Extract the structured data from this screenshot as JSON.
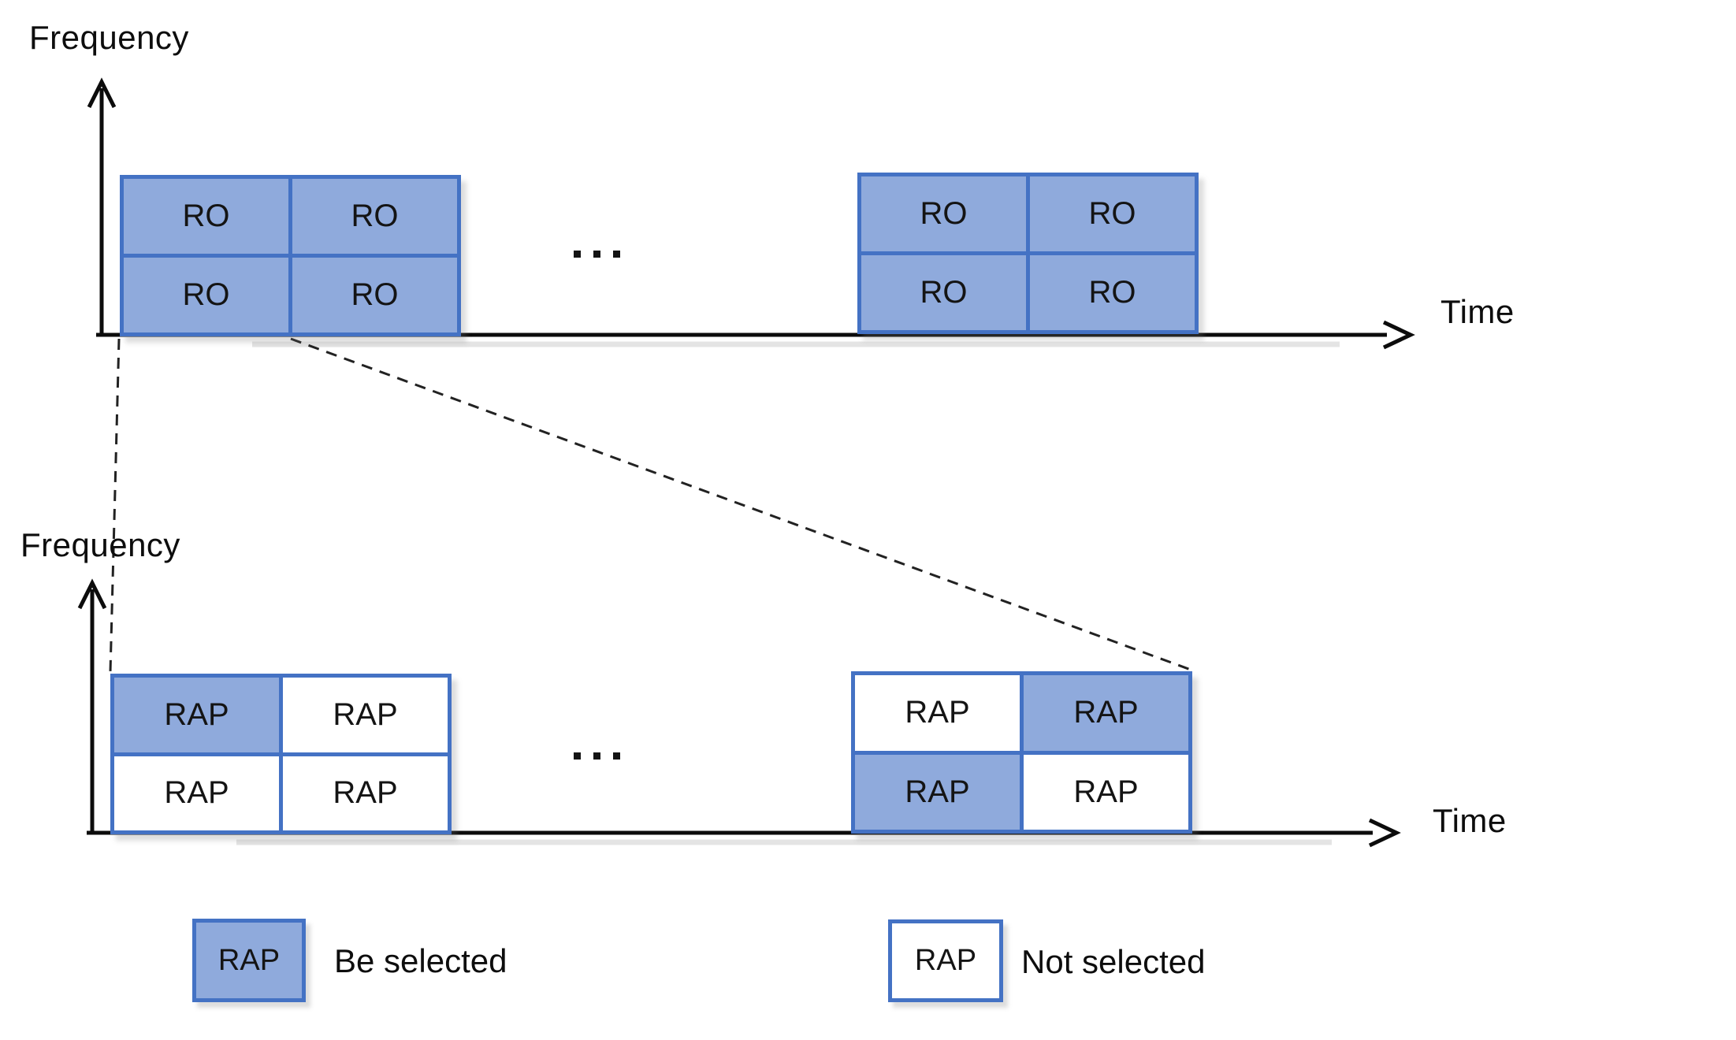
{
  "colors": {
    "selected_fill": "#8FAADC",
    "box_border": "#4472C4",
    "axis_color": "#000000",
    "dashed_line_color": "#222222"
  },
  "top_chart": {
    "freq_label": "Frequency",
    "time_label": "Time",
    "ellipsis_dots": 3,
    "groups": [
      {
        "cells": [
          {
            "label": "RO",
            "selected": true
          },
          {
            "label": "RO",
            "selected": true
          },
          {
            "label": "RO",
            "selected": true
          },
          {
            "label": "RO",
            "selected": true
          }
        ]
      },
      {
        "cells": [
          {
            "label": "RO",
            "selected": true
          },
          {
            "label": "RO",
            "selected": true
          },
          {
            "label": "RO",
            "selected": true
          },
          {
            "label": "RO",
            "selected": true
          }
        ]
      }
    ]
  },
  "bottom_chart": {
    "freq_label": "Frequency",
    "time_label": "Time",
    "ellipsis_dots": 3,
    "groups": [
      {
        "cells": [
          {
            "label": "RAP",
            "selected": true
          },
          {
            "label": "RAP",
            "selected": false
          },
          {
            "label": "RAP",
            "selected": false
          },
          {
            "label": "RAP",
            "selected": false
          }
        ]
      },
      {
        "cells": [
          {
            "label": "RAP",
            "selected": false
          },
          {
            "label": "RAP",
            "selected": true
          },
          {
            "label": "RAP",
            "selected": true
          },
          {
            "label": "RAP",
            "selected": false
          }
        ]
      }
    ]
  },
  "legend": {
    "items": [
      {
        "swatch_label": "RAP",
        "selected": true,
        "label": "Be selected"
      },
      {
        "swatch_label": "RAP",
        "selected": false,
        "label": "Not selected"
      }
    ]
  }
}
